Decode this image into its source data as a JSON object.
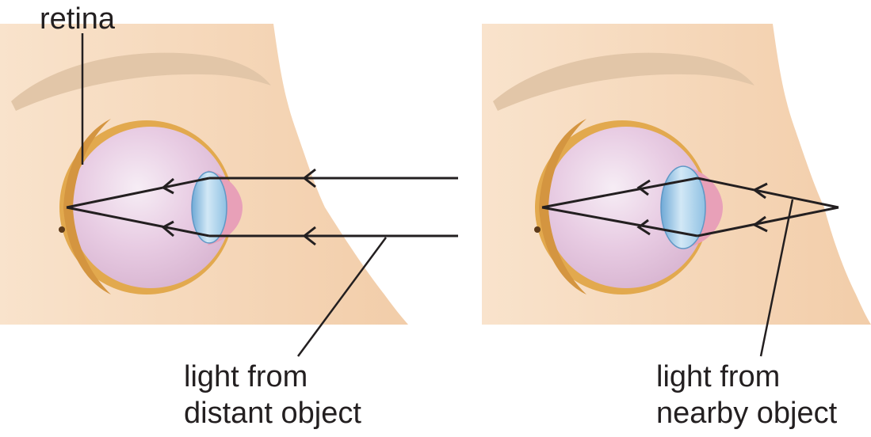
{
  "labels": {
    "retina": "retina",
    "distant_line1": "light from",
    "distant_line2": "distant object",
    "nearby_line1": "light from",
    "nearby_line2": "nearby object"
  },
  "colors": {
    "skin": "#f7dcc0",
    "skin_shadow": "#f0c9a4",
    "brow": "#e2c6a8",
    "sclera_ring": "#e2a94e",
    "eyeball": "#e8cce3",
    "eyeball_highlight": "#f6edf5",
    "lens": "#8fc1e3",
    "lens_highlight": "#d2e8f6",
    "iris": "#e8a0b8",
    "ray": "#231f20"
  },
  "panels": [
    {
      "id": "distant",
      "icons": [
        "face-profile",
        "eyeball",
        "lens"
      ]
    },
    {
      "id": "nearby",
      "icons": [
        "face-profile",
        "eyeball",
        "lens"
      ]
    }
  ]
}
